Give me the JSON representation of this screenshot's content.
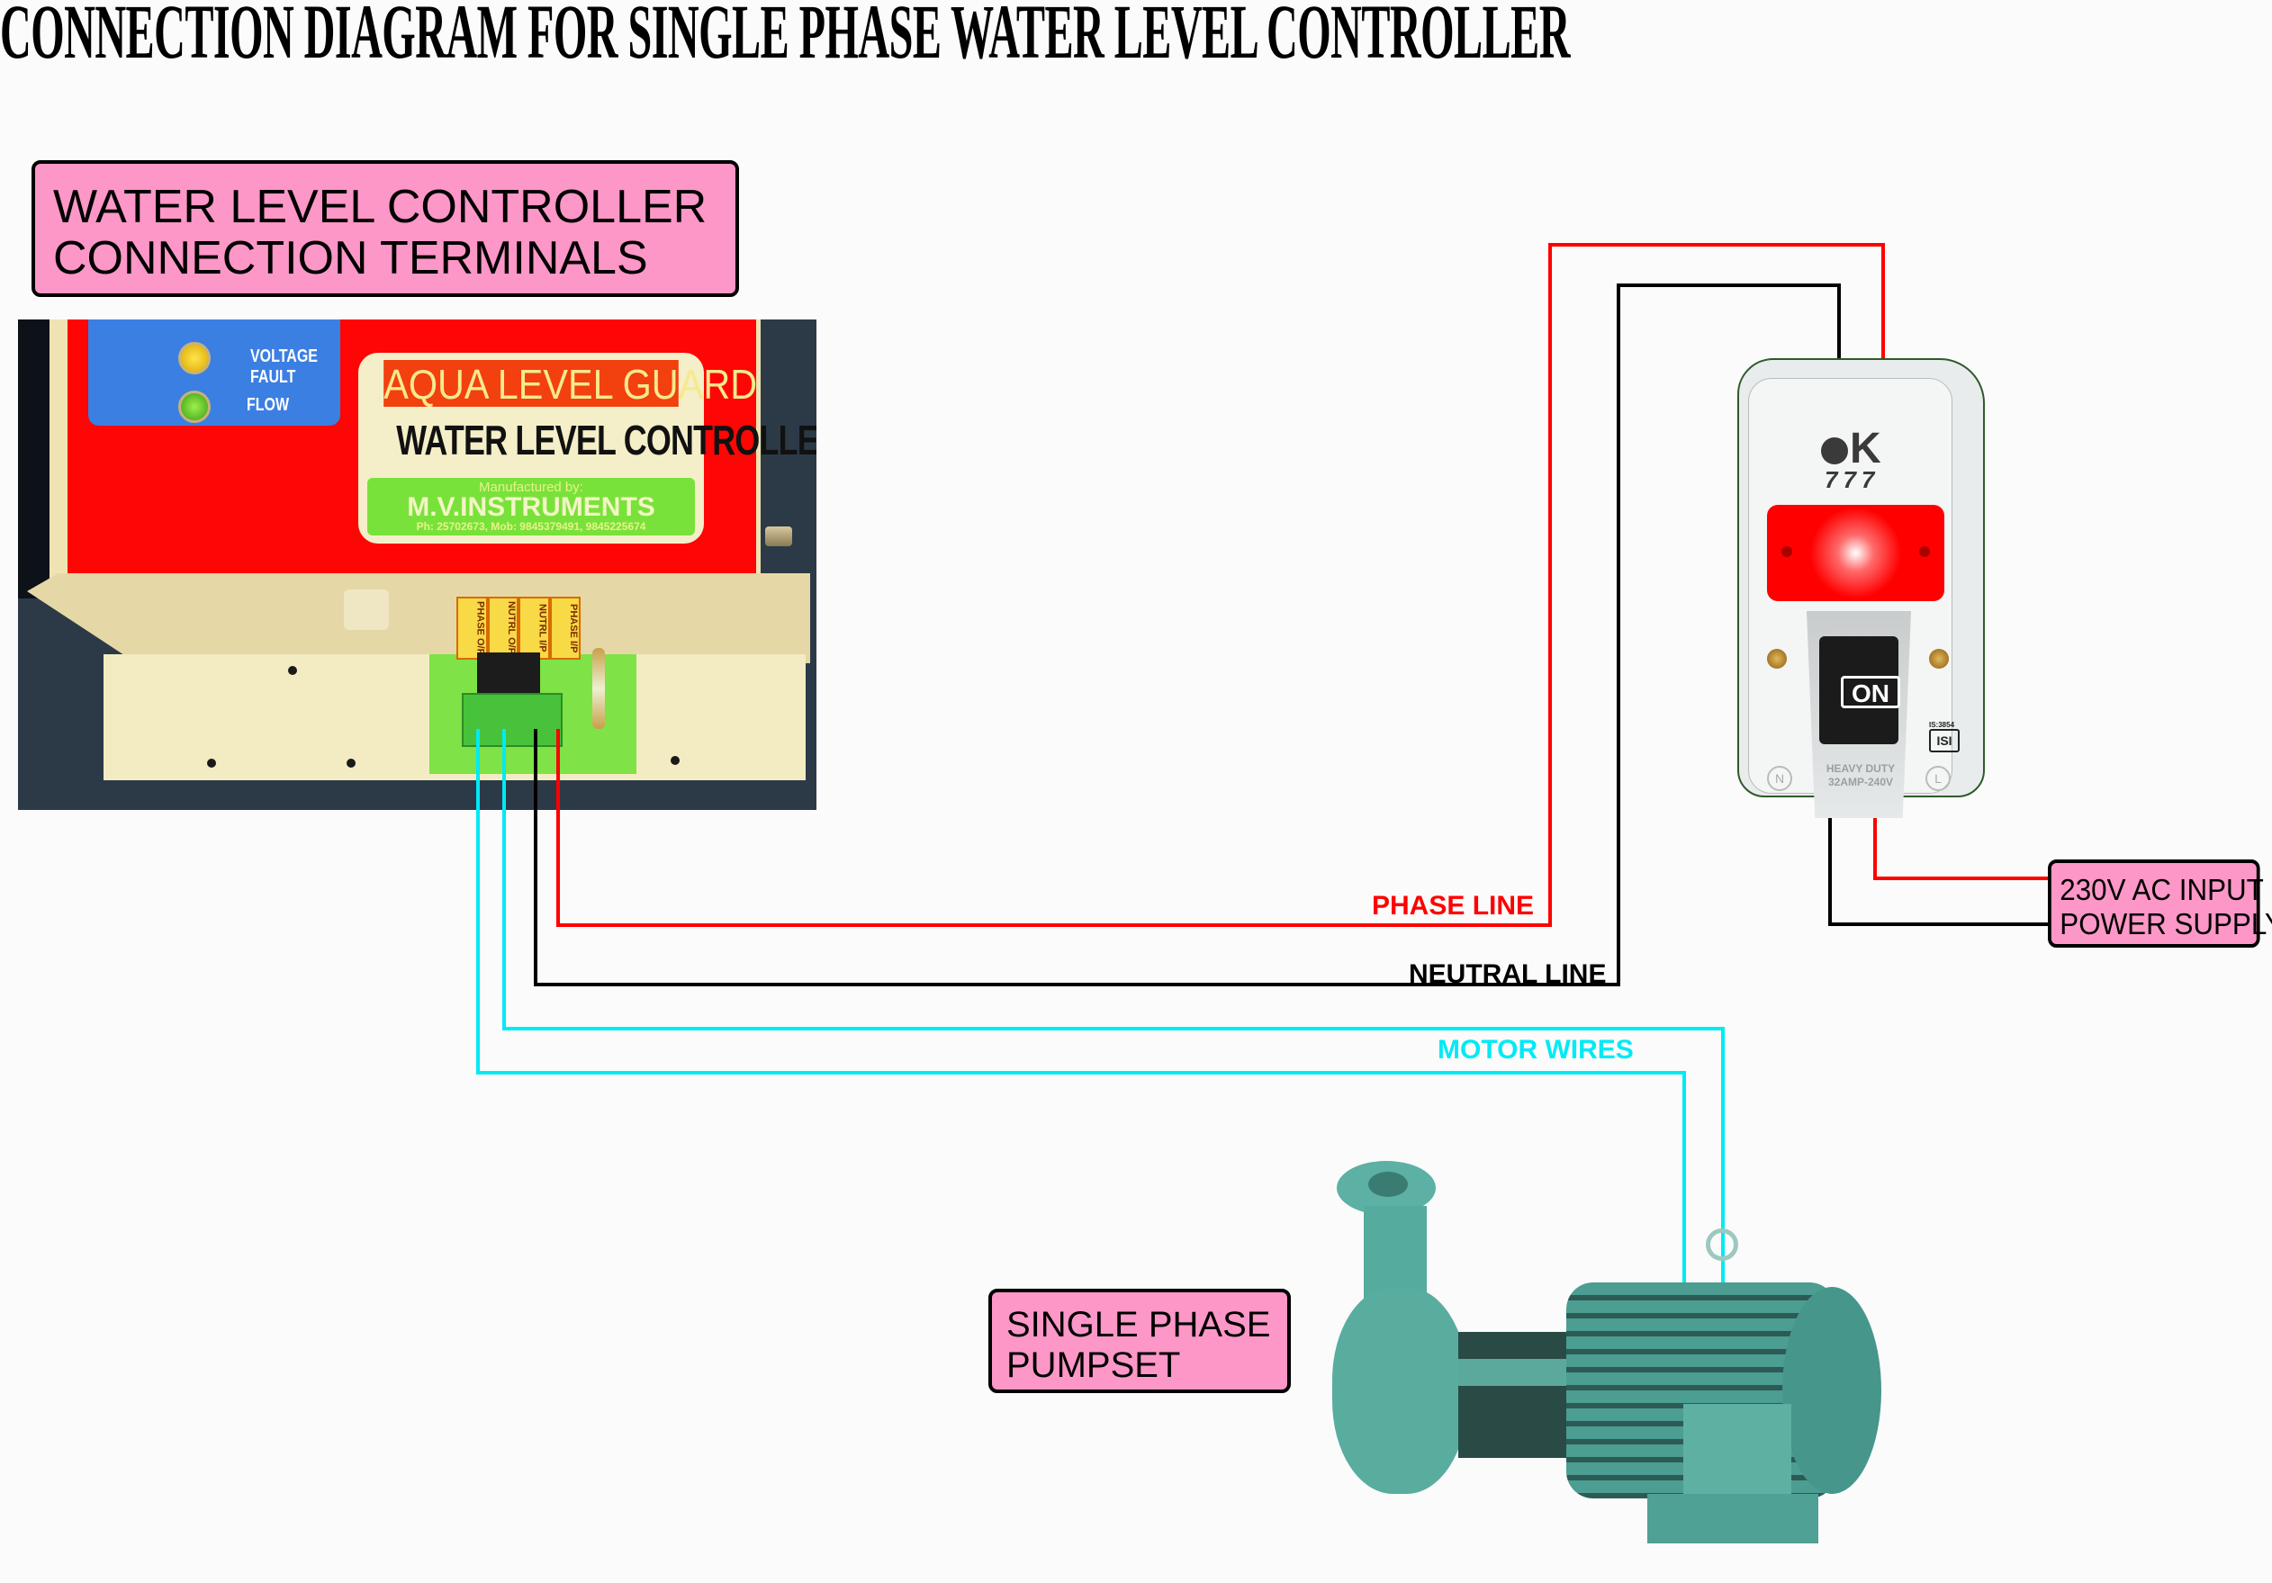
{
  "title": "CONNECTION DIAGRAM FOR SINGLE PHASE  WATER LEVEL CONTROLLER",
  "labels": {
    "controller_terminals": [
      "WATER LEVEL CONTROLLER",
      "CONNECTION TERMINALS"
    ],
    "pumpset": [
      "SINGLE PHASE",
      "PUMPSET"
    ],
    "power_supply": [
      "230V AC INPUT",
      "POWER SUPPLY"
    ]
  },
  "wire_labels": {
    "phase": "PHASE LINE",
    "neutral": "NEUTRAL LINE",
    "motor": "MOTOR WIRES"
  },
  "wire_colors": {
    "phase": "#ff0000",
    "neutral": "#000000",
    "motor": "#00eaf5"
  },
  "controller": {
    "indicators": [
      {
        "label": "VOLTAGE FAULT",
        "color": "#ffd400"
      },
      {
        "label": "FLOW",
        "color": "#6ad62a"
      }
    ],
    "brand": "AQUA LEVEL GUARD",
    "product": "WATER LEVEL CONTROLLER",
    "manufactured_by": "Manufactured by:",
    "manufacturer": "M.V.INSTRUMENTS",
    "contact": "Ph: 25702673, Mob: 9845379491, 9845225674",
    "terminals": [
      "PHASE O/P",
      "NUTRL O/P",
      "NUTRL I/P",
      "PHASE I/P"
    ]
  },
  "switch": {
    "brand": "K",
    "model": "777",
    "state_label": "ON",
    "rating_line1": "HEAVY DUTY",
    "rating_line2": "32AMP-240V",
    "standard": "IS:3854",
    "standard_mark": "ISI",
    "terminal_n": "N",
    "terminal_l": "L"
  }
}
